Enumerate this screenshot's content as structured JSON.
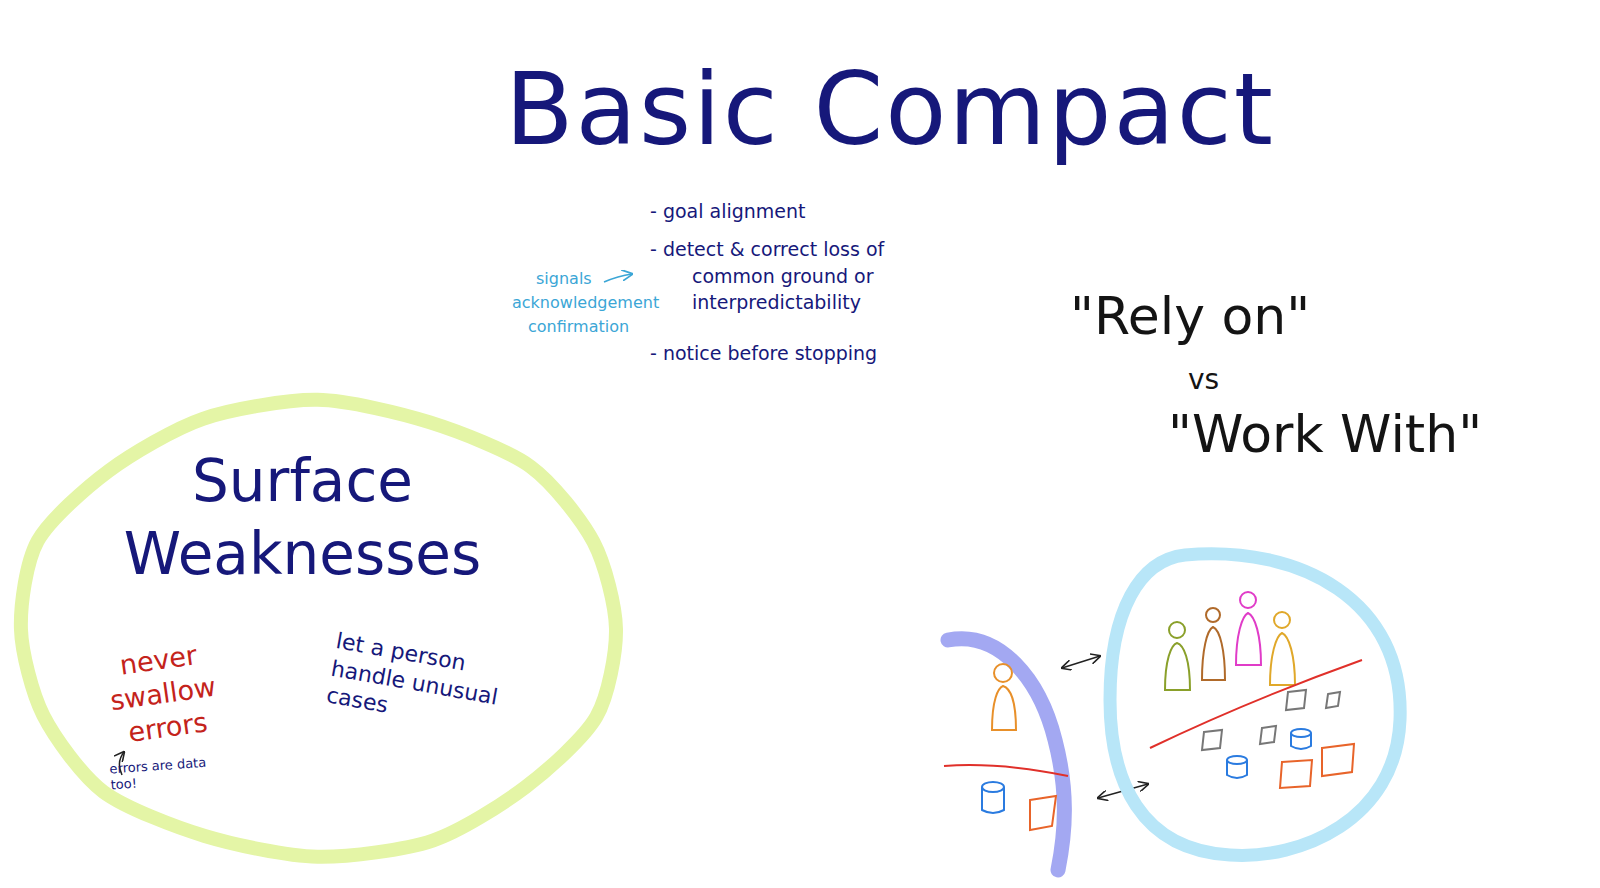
{
  "diagram": {
    "title": "Basic Compact",
    "nodes": [
      {
        "text": [
          "Surface Weaknesses",
          "never swallow errors",
          "errors are data too!",
          "let a person handle unusual cases"
        ]
      }
    ],
    "labels": [
      "- goal alignment",
      "- detect & correct loss of common ground or interpredictability",
      "- notice before stopping",
      "signals",
      "acknowledgement",
      "confirmation",
      "\"Rely on\"",
      "vs",
      "\"Work With\""
    ]
  }
}
